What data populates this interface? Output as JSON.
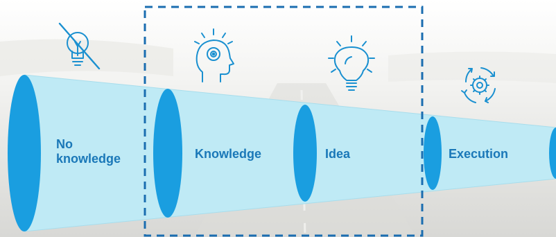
{
  "colors": {
    "funnel_fill": "#bfeaf5",
    "ellipse_fill": "#1a9ee0",
    "label_color": "#1a78b8",
    "icon_stroke": "#1a90d0",
    "dashed_box": "#1a6db0"
  },
  "stages": [
    {
      "label": "No\nknowledge",
      "icon": "no-lightbulb-icon"
    },
    {
      "label": "Knowledge",
      "icon": "head-target-icon"
    },
    {
      "label": "Idea",
      "icon": "lightbulb-icon"
    },
    {
      "label": "Execution",
      "icon": "cycle-gear-icon"
    }
  ]
}
